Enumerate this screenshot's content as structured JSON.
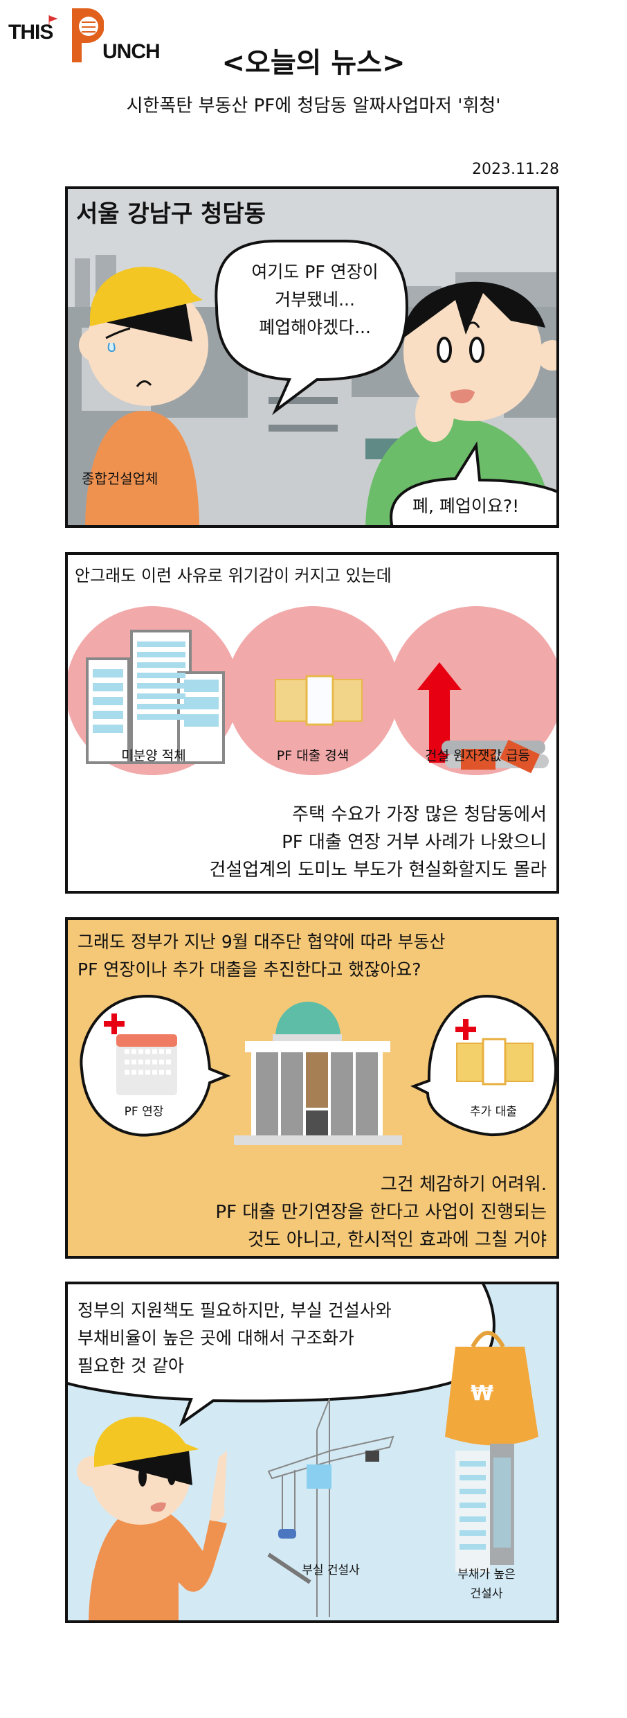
{
  "header": {
    "logo_text": "THIS PUNCH",
    "logo_this": "THIS",
    "logo_unch": "UNCH",
    "title": "<오늘의 뉴스>",
    "subtitle": "시한폭탄 부동산 PF에 청담동 알짜사업마저 '휘청'",
    "date": "2023.11.28"
  },
  "panel1": {
    "caption": "서울 강남구 청담동",
    "bubble_lines": [
      "여기도 PF 연장이",
      "거부됐네...",
      "폐업해야겠다..."
    ],
    "worker_label": "종합건설업체",
    "reply": "폐, 폐업이요?!"
  },
  "panel2": {
    "intro": "안그래도 이런 사유로 위기감이 커지고 있는데",
    "circles": [
      "미분양 적체",
      "PF 대출 경색",
      "건설 원자잿값 급등"
    ],
    "lines": [
      "주택 수요가 가장 많은 청담동에서",
      "PF 대출 연장 거부 사례가 나왔으니",
      "건설업계의 도미노 부도가 현실화할지도 몰라"
    ]
  },
  "panel3": {
    "question_lines": [
      "그래도 정부가 지난 9월 대주단 협약에 따라 부동산",
      "PF 연장이나 추가 대출을 추진한다고 했잖아요?"
    ],
    "left_bubble": "PF 연장",
    "right_bubble": "추가 대출",
    "answer_lines": [
      "그건 체감하기 어려워.",
      "PF 대출 만기연장을 한다고 사업이 진행되는",
      "것도 아니고, 한시적인 효과에 그칠 거야"
    ]
  },
  "panel4": {
    "bubble_lines": [
      "정부의 지원책도 필요하지만, 부실 건설사와",
      "부채비율이 높은 곳에 대해서 구조화가",
      "필요한 것 같아"
    ],
    "crane_label": "부실 건설사",
    "building_label_lines": [
      "부채가 높은",
      "건설사"
    ],
    "weight_symbol": "₩"
  },
  "colors": {
    "brand_orange": "#e0601c",
    "helmet": "#f3c623",
    "shirt_orange": "#f0924f",
    "shirt_green": "#6cbd69",
    "pink": "#f2a9aa",
    "panel3_bg": "#f5c878",
    "panel4_bg": "#d3eaf5"
  }
}
